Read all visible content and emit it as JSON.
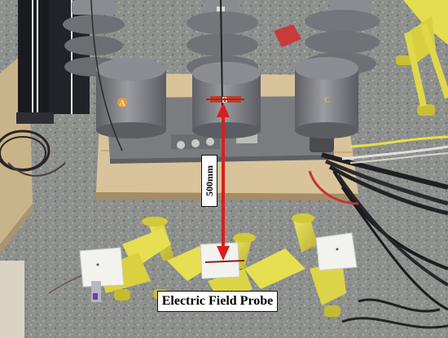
{
  "annotations": {
    "distance_label": "500mm",
    "probe_label": "Electric Field Probe"
  },
  "phase_labels": {
    "left": "A",
    "center": "B",
    "right": "C"
  },
  "colors": {
    "arrow": "#d81f1f",
    "insulator": "#7d7f84",
    "stand": "#e6df52",
    "probe_plate": "#f2f2ef",
    "pallet": "#d9c39b",
    "floor": "#8d8f8c"
  }
}
